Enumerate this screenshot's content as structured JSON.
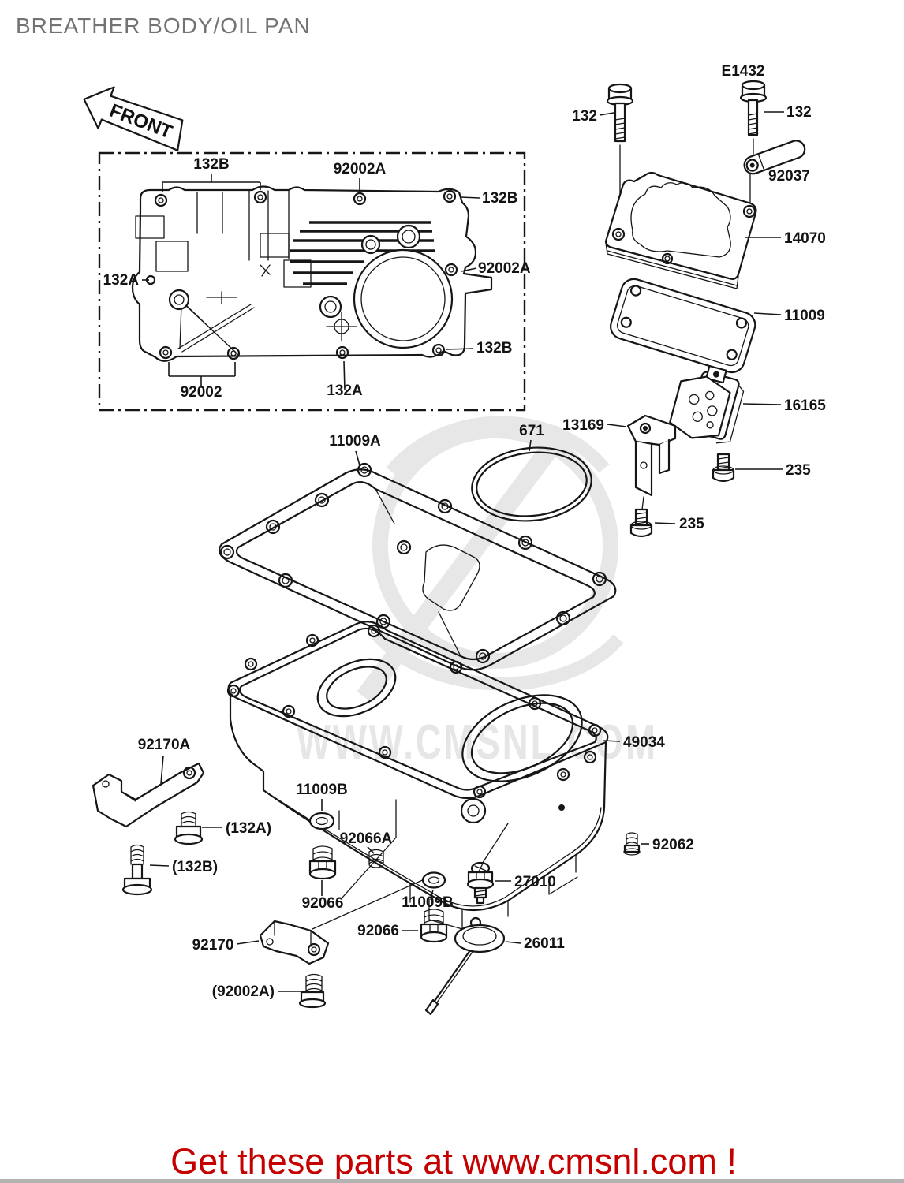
{
  "page": {
    "title": "BREATHER BODY/OIL PAN",
    "diagram_ref": "E1432",
    "front_badge": "FRONT",
    "watermark_text": "WWW.CMSNL.COM",
    "footer_text": "Get these parts at www.cmsnl.com !"
  },
  "colors": {
    "background": "#ffffff",
    "line": "#161616",
    "title_gray": "#737373",
    "watermark_gray": "#e6e6e6",
    "footer_red": "#c40000",
    "bottom_bar_gray": "#b3b3b3"
  },
  "labels": {
    "l132b_top": "132B",
    "l92002a_top": "92002A",
    "l132b_right": "132B",
    "l132a_left": "132A",
    "l92002a_mid": "92002A",
    "l132b_low": "132B",
    "l92002": "92002",
    "l132a_bot": "132A",
    "l132_left": "132",
    "l132_right": "132",
    "l92037": "92037",
    "l14070": "14070",
    "l11009": "11009",
    "l16165": "16165",
    "l13169": "13169",
    "l235_a": "235",
    "l235_b": "235",
    "l671": "671",
    "l11009a": "11009A",
    "l49034": "49034",
    "l92062": "92062",
    "l92170a": "92170A",
    "l132a_p": "(132A)",
    "l132b_p": "(132B)",
    "l11009b_a": "11009B",
    "l92066_a": "92066",
    "l92066a": "92066A",
    "l11009b_b": "11009B",
    "l27010": "27010",
    "l92066_b": "92066",
    "l26011": "26011",
    "l92170": "92170",
    "l92002a_p": "(92002A)"
  }
}
